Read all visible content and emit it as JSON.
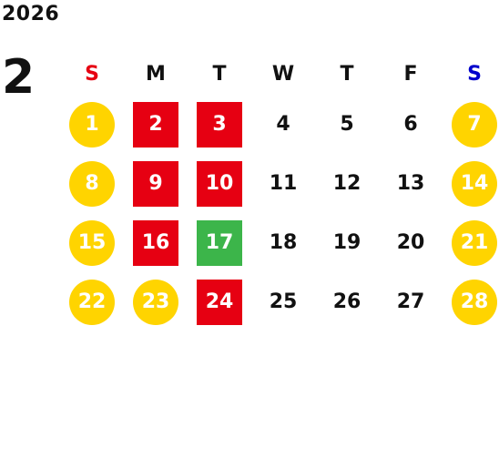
{
  "header": {
    "year": "2026",
    "month": "2"
  },
  "weekdays": [
    {
      "label": "S",
      "color": "#e60012"
    },
    {
      "label": "M",
      "color": "#111111"
    },
    {
      "label": "T",
      "color": "#111111"
    },
    {
      "label": "W",
      "color": "#111111"
    },
    {
      "label": "T",
      "color": "#111111"
    },
    {
      "label": "F",
      "color": "#111111"
    },
    {
      "label": "S",
      "color": "#0000cc"
    }
  ],
  "legend_colors": {
    "holiday_circle": "#ffd400",
    "closed_square": "#e60012",
    "special_square": "#3cb54a"
  },
  "weeks": [
    [
      {
        "label": "1",
        "mark": "circle"
      },
      {
        "label": "2",
        "mark": "red-square"
      },
      {
        "label": "3",
        "mark": "red-square"
      },
      {
        "label": "4",
        "mark": "none"
      },
      {
        "label": "5",
        "mark": "none"
      },
      {
        "label": "6",
        "mark": "none"
      },
      {
        "label": "7",
        "mark": "circle"
      }
    ],
    [
      {
        "label": "8",
        "mark": "circle"
      },
      {
        "label": "9",
        "mark": "red-square"
      },
      {
        "label": "10",
        "mark": "red-square"
      },
      {
        "label": "11",
        "mark": "none"
      },
      {
        "label": "12",
        "mark": "none"
      },
      {
        "label": "13",
        "mark": "none"
      },
      {
        "label": "14",
        "mark": "circle"
      }
    ],
    [
      {
        "label": "15",
        "mark": "circle"
      },
      {
        "label": "16",
        "mark": "red-square"
      },
      {
        "label": "17",
        "mark": "green-square"
      },
      {
        "label": "18",
        "mark": "none"
      },
      {
        "label": "19",
        "mark": "none"
      },
      {
        "label": "20",
        "mark": "none"
      },
      {
        "label": "21",
        "mark": "circle"
      }
    ],
    [
      {
        "label": "22",
        "mark": "circle"
      },
      {
        "label": "23",
        "mark": "circle"
      },
      {
        "label": "24",
        "mark": "red-square"
      },
      {
        "label": "25",
        "mark": "none"
      },
      {
        "label": "26",
        "mark": "none"
      },
      {
        "label": "27",
        "mark": "none"
      },
      {
        "label": "28",
        "mark": "circle"
      }
    ]
  ]
}
